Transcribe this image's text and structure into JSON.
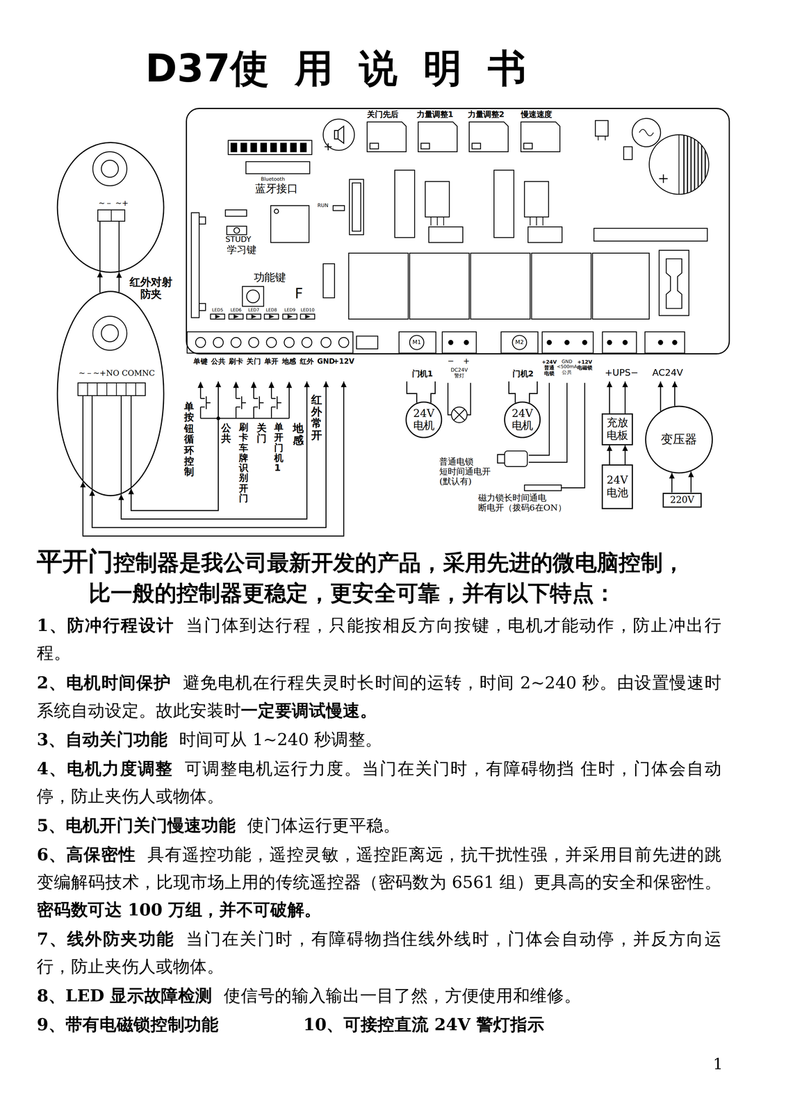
{
  "diagram": {
    "title": "D37使 用 说 明 书",
    "nodes": [
      {
        "text": [
          "关门先后",
          "力量调整1",
          "力量调整2",
          "慢速速度",
          "Bluetooth",
          "蓝牙接口",
          "STUDY",
          "学习键",
          "RUN",
          "功能键",
          "F",
          "LED5",
          "LED6",
          "LED7",
          "LED8",
          "LED9",
          "LED10",
          "单键",
          "公共",
          "刷卡",
          "关门",
          "单开",
          "地感",
          "红外",
          "GND",
          "+12V",
          "M1",
          "门机1",
          "−",
          "+",
          "DC24V 警灯",
          "M2",
          "门机2",
          "+24V 普通 电锁",
          "GND <500mA 公共",
          "+12V 电磁锁",
          "+UPS−",
          "AC24V"
        ]
      },
      {
        "text": [
          "~－ ~+"
        ]
      },
      {
        "text": [
          "~－~+NO COMNC"
        ]
      },
      {
        "text": [
          "24V 电机"
        ]
      },
      {
        "text": [
          "24V 电机"
        ]
      },
      {
        "text": [
          "充放 电板"
        ]
      },
      {
        "text": [
          "24V 电池"
        ]
      },
      {
        "text": [
          "变压器"
        ]
      },
      {
        "text": [
          "220V"
        ]
      }
    ],
    "edges": [
      {
        "from": 0,
        "to": 3,
        "arrow": "none"
      },
      {
        "from": 0,
        "to": 3,
        "arrow": "none"
      },
      {
        "from": 0,
        "to": 4,
        "arrow": "none"
      },
      {
        "from": 0,
        "to": 4,
        "arrow": "none"
      },
      {
        "from": 5,
        "to": 0,
        "arrow": "to"
      },
      {
        "from": 5,
        "to": 0,
        "arrow": "to"
      },
      {
        "from": 6,
        "to": 5,
        "arrow": "to"
      },
      {
        "from": 6,
        "to": 5,
        "arrow": "to"
      },
      {
        "from": 7,
        "to": 0,
        "arrow": "to"
      },
      {
        "from": 7,
        "to": 0,
        "arrow": "to"
      },
      {
        "from": 8,
        "to": 7,
        "arrow": "to"
      },
      {
        "from": 8,
        "to": 7,
        "arrow": "to"
      },
      {
        "from": 2,
        "to": 1,
        "arrow": "to"
      },
      {
        "from": 2,
        "to": 1,
        "arrow": "to"
      },
      {
        "from": 0,
        "to": 2,
        "arrow": "both"
      },
      {
        "from": 0,
        "to": 2,
        "arrow": "both"
      },
      {
        "from": 2,
        "to": 0,
        "arrow": "both"
      },
      {
        "from": 2,
        "to": 0,
        "arrow": "both"
      }
    ],
    "labels": [
      "红外对射 防夹",
      "单按钮循环控制",
      "公共",
      "刷卡车牌识别开门",
      "关门",
      "单开门机1",
      "地感",
      "红外常开",
      "普通电锁 短时间通电开 (默认有)",
      "磁力锁长时间通电 断电开（拨码6在ON）",
      "平开门",
      "控制器是我公司最新开发的产品，采用先进的微电脑控制，",
      "比一般的控制器更稳定，更安全可靠，并有以下特点：",
      "1、防冲行程设计",
      "当门体到达行程，只能按相反方向按键，电机才能动作，防止冲出行程。",
      "2、电机时间保护",
      "避免电机在行程失灵时长时间的运转，时间 2~240 秒。由设置慢速时系统自动设定。故此安装时",
      "一定要调试慢速。",
      "3、自动关门功能",
      "时间可从 1~240 秒调整。",
      "4、电机力度调整",
      "可调整电机运行力度。当门在关门时，有障碍物挡 住时，门体会自动停，防止夹伤人或物体。",
      "5、电机开门关门慢速功能",
      "使门体运行更平稳。",
      "6、高保密性",
      "具有遥控功能，遥控灵敏，遥控距离远，抗干扰性强，并采用目前先进的跳变编解码技术，比现市场上用的传统遥控器（密码数为 6561 组）更具高的安全和保密性。",
      "密码数可达 100 万组，并不可破解。",
      "7、线外防夹功能",
      "当门在关门时，有障碍物挡住线外线时，门体会自动停，并反方向运行，防止夹伤人或物体。",
      "8、LED 显示故障检测",
      "使信号的输入输出一目了然，方便使用和维修。",
      "9、带有电磁锁控制功能",
      "10、可接控直流 24V 警灯指示",
      "1"
    ]
  }
}
